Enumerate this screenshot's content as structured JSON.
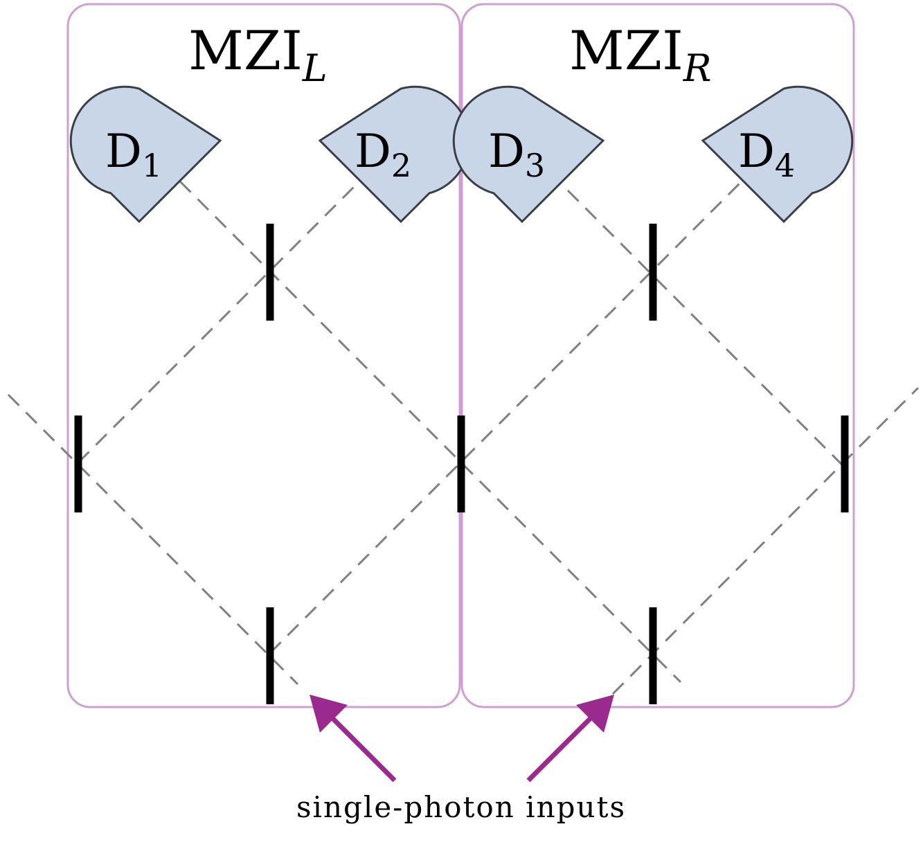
{
  "panels": {
    "left": {
      "title": "MZI",
      "subscript": "L"
    },
    "right": {
      "title": "MZI",
      "subscript": "R"
    }
  },
  "detectors": [
    {
      "label": "D",
      "subscript": "1"
    },
    {
      "label": "D",
      "subscript": "2"
    },
    {
      "label": "D",
      "subscript": "3"
    },
    {
      "label": "D",
      "subscript": "4"
    }
  ],
  "caption": "single-photon inputs",
  "colors": {
    "panel_border": "#cf9fd3",
    "detector_fill": "#c9d6e8",
    "arrow": "#9b2a8f",
    "beam_path": "#808080",
    "beam_splitter": "#000000"
  }
}
